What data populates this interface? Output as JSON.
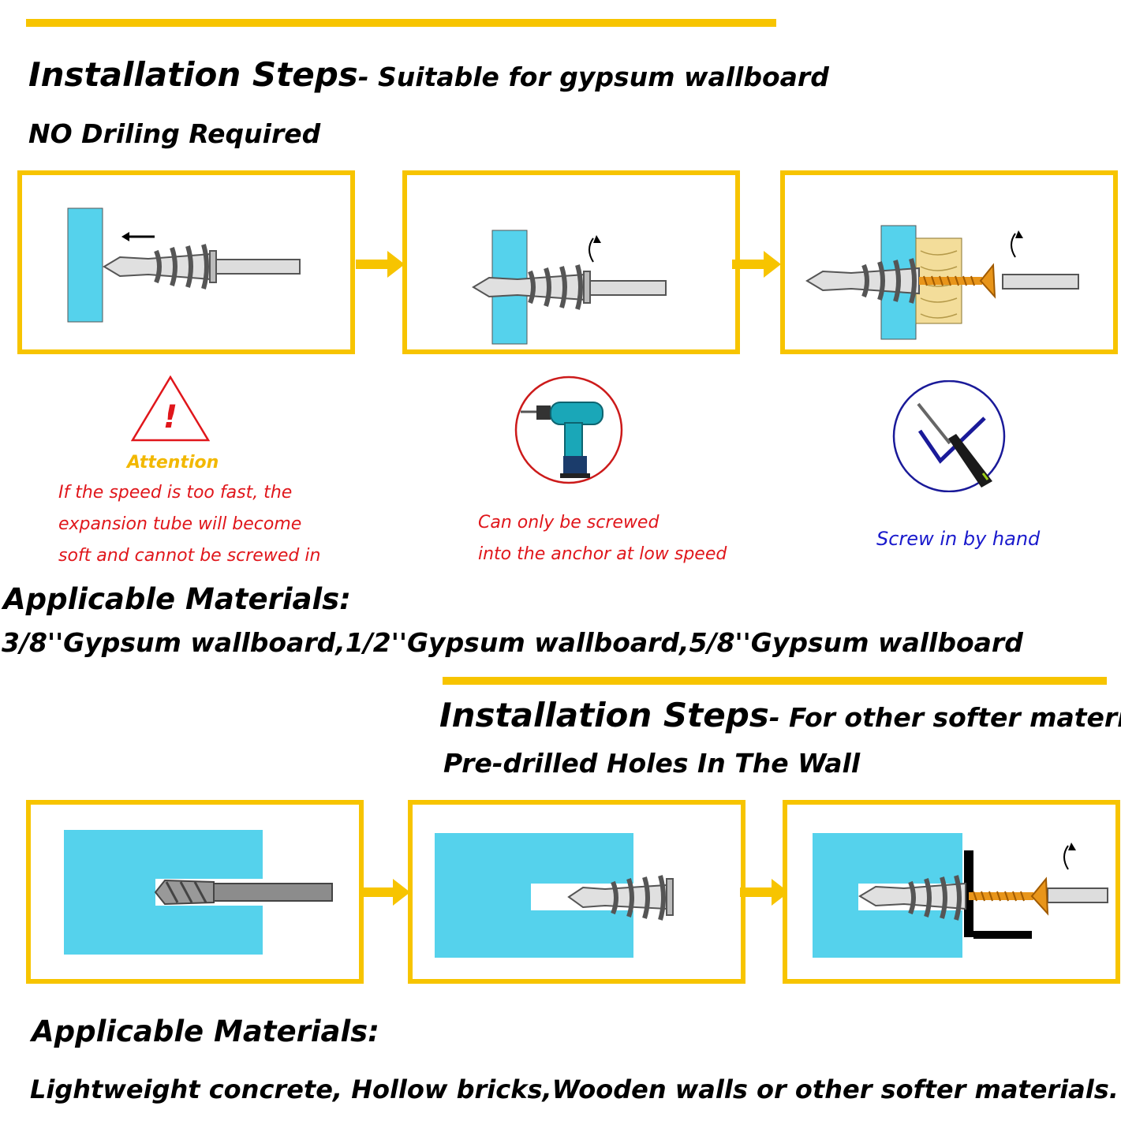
{
  "section1": {
    "title": "Installation Steps",
    "title_suffix": "- Suitable for gypsum wallboard",
    "subtitle": "NO Driling Required",
    "attention": {
      "label": "Attention",
      "lines": [
        "If the speed is too fast, the",
        "expansion tube will become",
        "soft and cannot be screwed in"
      ]
    },
    "drill_note": [
      "Can only be screwed",
      "into the anchor at low speed"
    ],
    "hand_note": "Screw in by hand",
    "materials_title": "Applicable Materials:",
    "materials_text": "3/8''Gypsum wallboard,1/2''Gypsum wallboard,5/8''Gypsum wallboard"
  },
  "section2": {
    "title": "Installation Steps",
    "title_suffix": "- For other softer materials",
    "subtitle": "Pre-drilled Holes In The Wall",
    "materials_title": "Applicable Materials:",
    "materials_text": "Lightweight concrete, Hollow bricks,Wooden walls or other softer materials."
  },
  "colors": {
    "accent": "#f7c400",
    "wall": "#55d2ec",
    "warning": "#e0161b",
    "attention_label": "#f2b800",
    "hand_note": "#1a1acc",
    "drill_circle": "#cc1a1a",
    "hand_circle": "#1a1a99"
  },
  "icons": [
    "warning-triangle-icon",
    "power-drill-icon",
    "screwdriver-check-icon",
    "rotate-icon",
    "arrow-right-icon"
  ]
}
